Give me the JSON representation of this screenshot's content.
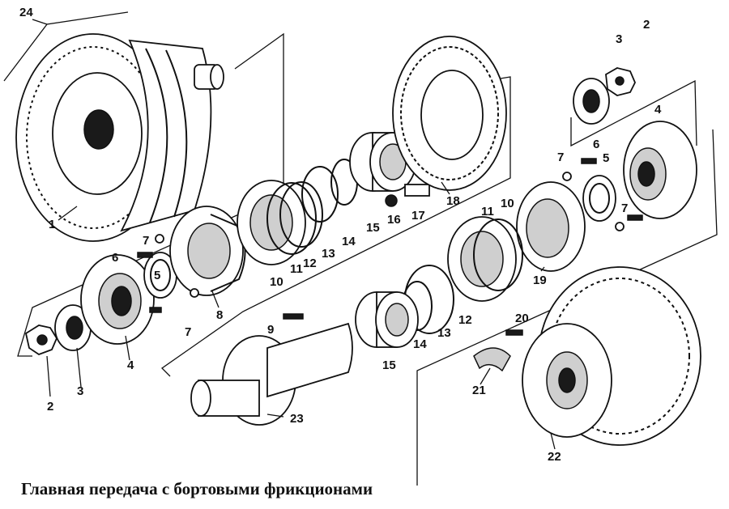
{
  "caption": "Главная передача с бортовыми фрикционами",
  "parts": [
    {
      "id": "p1",
      "text": "1"
    },
    {
      "id": "p2a",
      "text": "2"
    },
    {
      "id": "p2b",
      "text": "2"
    },
    {
      "id": "p3a",
      "text": "3"
    },
    {
      "id": "p3b",
      "text": "3"
    },
    {
      "id": "p4a",
      "text": "4"
    },
    {
      "id": "p4b",
      "text": "4"
    },
    {
      "id": "p5a",
      "text": "5"
    },
    {
      "id": "p5b",
      "text": "5"
    },
    {
      "id": "p6a",
      "text": "6"
    },
    {
      "id": "p6b",
      "text": "6"
    },
    {
      "id": "p7a",
      "text": "7"
    },
    {
      "id": "p7b",
      "text": "7"
    },
    {
      "id": "p7c",
      "text": "7"
    },
    {
      "id": "p7d",
      "text": "7"
    },
    {
      "id": "p8",
      "text": "8"
    },
    {
      "id": "p9",
      "text": "9"
    },
    {
      "id": "p10a",
      "text": "10"
    },
    {
      "id": "p10b",
      "text": "10"
    },
    {
      "id": "p11a",
      "text": "11"
    },
    {
      "id": "p11b",
      "text": "11"
    },
    {
      "id": "p12a",
      "text": "12"
    },
    {
      "id": "p12b",
      "text": "12"
    },
    {
      "id": "p13a",
      "text": "13"
    },
    {
      "id": "p13b",
      "text": "13"
    },
    {
      "id": "p14a",
      "text": "14"
    },
    {
      "id": "p14b",
      "text": "14"
    },
    {
      "id": "p15a",
      "text": "15"
    },
    {
      "id": "p15b",
      "text": "15"
    },
    {
      "id": "p16",
      "text": "16"
    },
    {
      "id": "p17",
      "text": "17"
    },
    {
      "id": "p18",
      "text": "18"
    },
    {
      "id": "p19",
      "text": "19"
    },
    {
      "id": "p20",
      "text": "20"
    },
    {
      "id": "p21",
      "text": "21"
    },
    {
      "id": "p22",
      "text": "22"
    },
    {
      "id": "p23",
      "text": "23"
    },
    {
      "id": "p24",
      "text": "24"
    }
  ]
}
